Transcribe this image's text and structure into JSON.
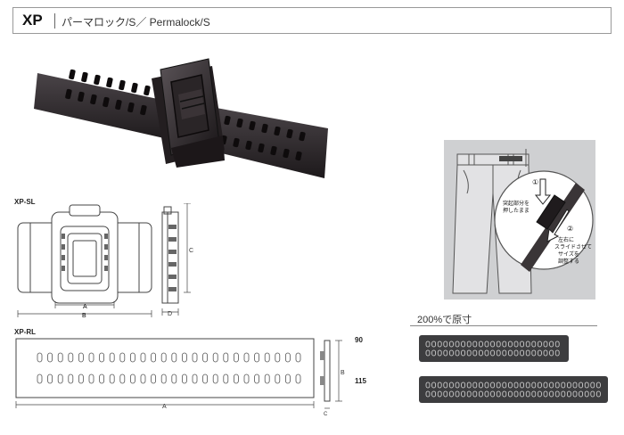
{
  "header": {
    "code": "XP",
    "title": "パーマロック/S／ Permalock/S"
  },
  "models": {
    "sl_label": "XP-SL",
    "rl_label": "XP-RL"
  },
  "dimensions": {
    "a": "A",
    "b": "B",
    "c": "C",
    "d": "D"
  },
  "scale_note": "200%で原寸",
  "sizes": {
    "s90": "90",
    "s115": "115"
  },
  "usage": {
    "step1_num": "①",
    "step1_text_l1": "突起部分を",
    "step1_text_l2": "押したまま",
    "step2_num": "②",
    "step2_text_l1": "左右に",
    "step2_text_l2": "スライドさせて",
    "step2_text_l3": "サイズを",
    "step2_text_l4": "調整する"
  }
}
